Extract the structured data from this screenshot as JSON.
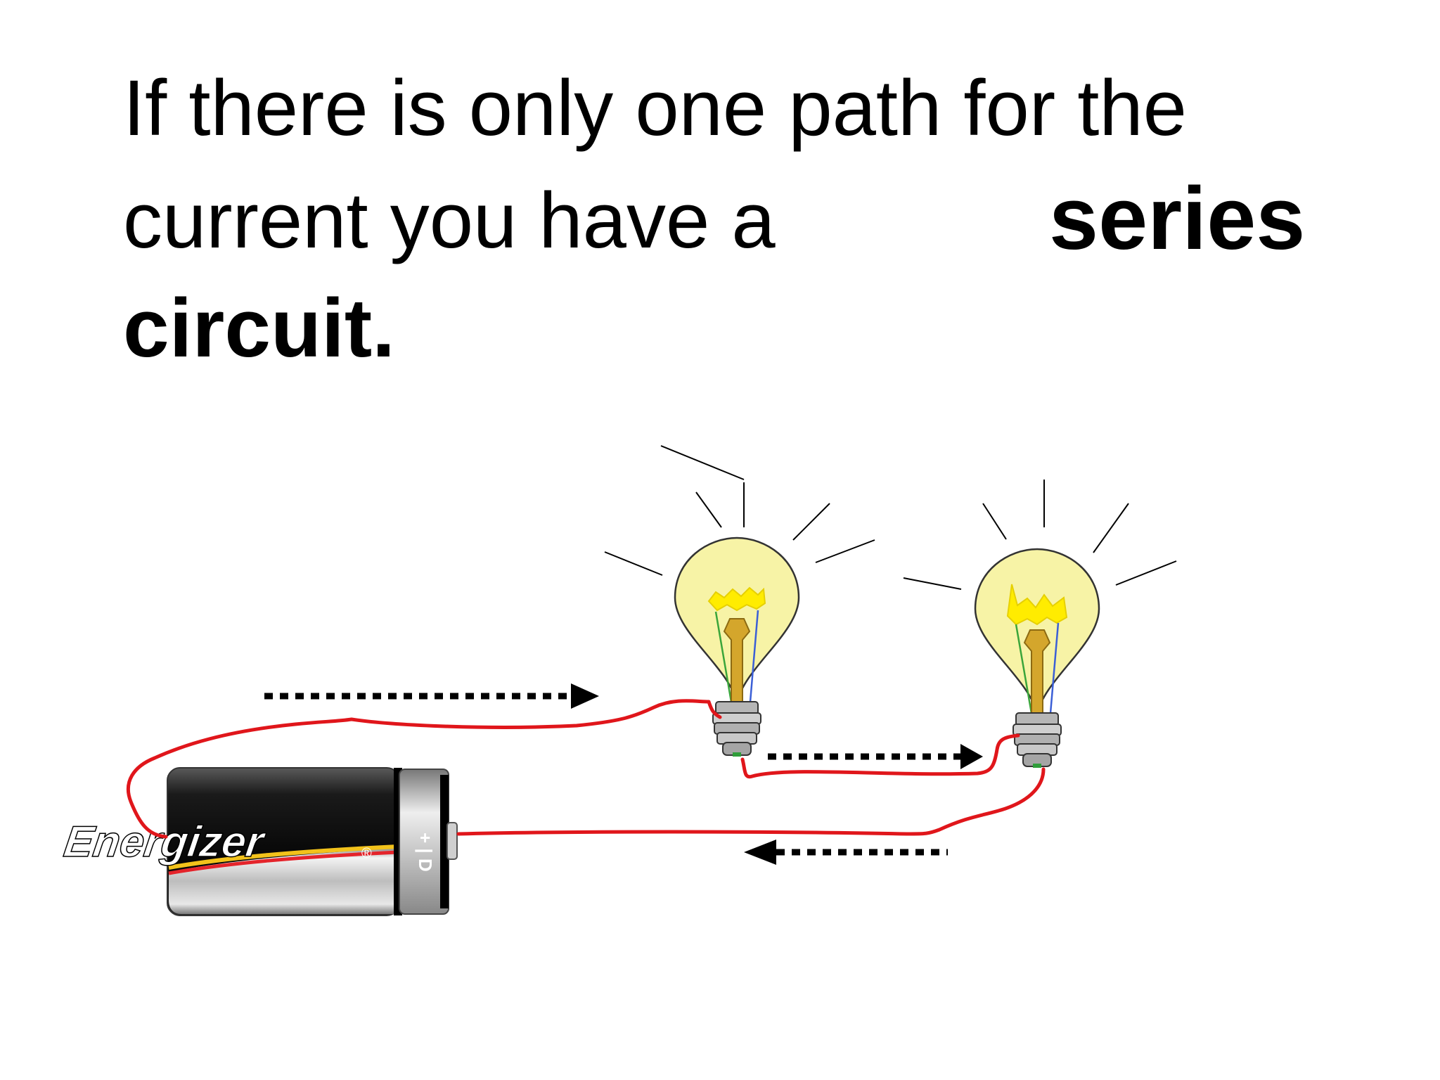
{
  "slide": {
    "line1": "If there is only one path for the",
    "line2": "current you have a",
    "bold_word": "series",
    "line3": "circuit."
  },
  "battery": {
    "brand": "Energizer",
    "registered_mark": "®",
    "terminal_label": "+ | D"
  },
  "colors": {
    "wire": "#e0161b",
    "bulb_glass": "#f7f3a6",
    "bulb_outline": "#333333",
    "bulb_base": "#b6b6b6",
    "filament_glow": "#ffec00",
    "stem": "#d4a62c",
    "arrow": "#000000",
    "battery_body": "#111111"
  },
  "icons": {
    "bulb": "light-bulb-icon",
    "battery": "d-cell-battery-icon",
    "arrow": "dotted-arrow-icon"
  }
}
